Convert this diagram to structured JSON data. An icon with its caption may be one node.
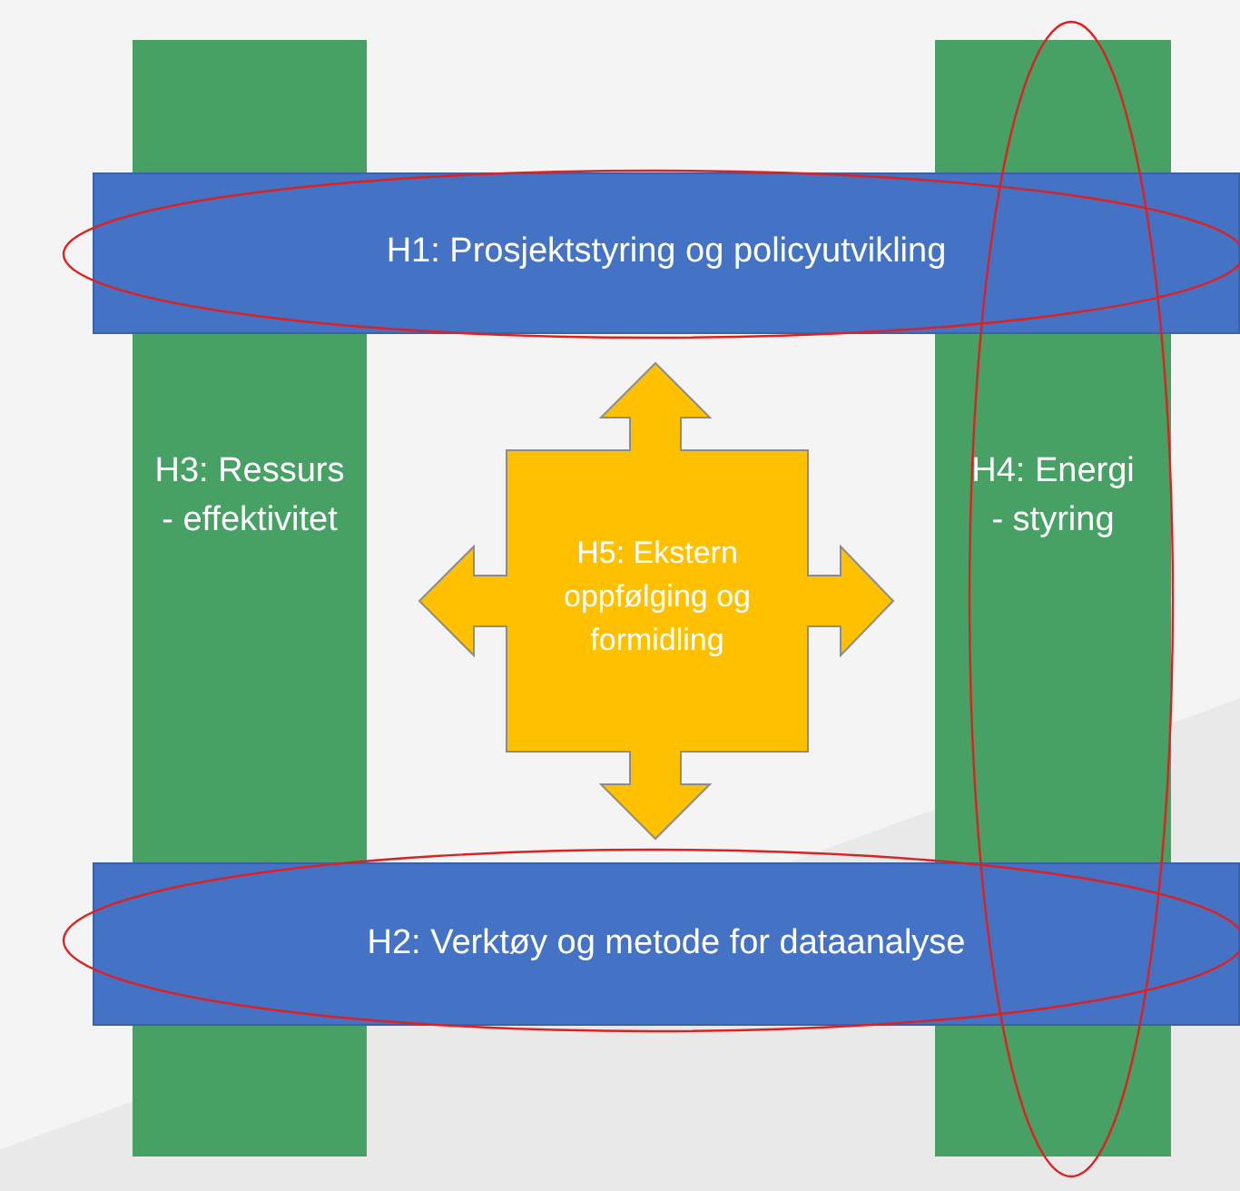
{
  "diagram": {
    "nodes": [
      {
        "text": [
          "H1: Prosjektstyring og policyutvikling"
        ]
      },
      {
        "text": [
          "H3: Ressurs - effektivitet"
        ]
      },
      {
        "text": [
          "H5: Ekstern oppfølging og formidling"
        ]
      },
      {
        "text": [
          "H4: Energi - styring"
        ]
      },
      {
        "text": [
          "H2: Verktøy og metode for dataanalyse"
        ]
      }
    ],
    "edges": []
  }
}
